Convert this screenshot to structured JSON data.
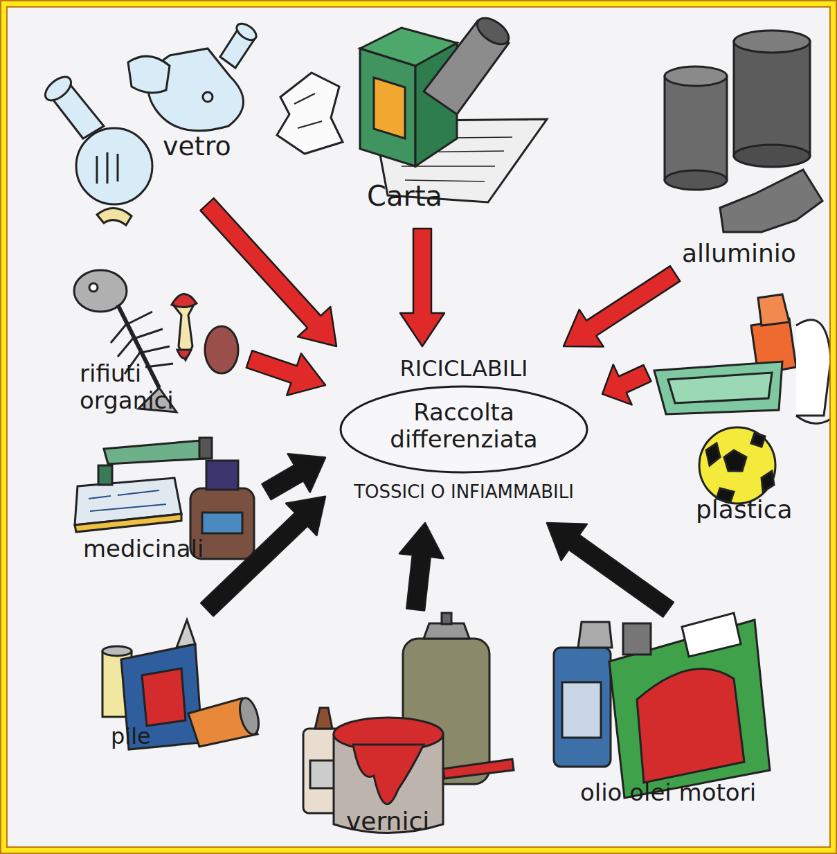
{
  "diagram": {
    "nodes": [
      {
        "text": [
          "vetro"
        ]
      },
      {
        "text": [
          "Carta"
        ]
      },
      {
        "text": [
          "alluminio"
        ]
      },
      {
        "text": [
          "rifiuti organici"
        ]
      },
      {
        "text": [
          "RICICLABILI",
          "Raccolta differenziata",
          "TOSSICI O INFIAMMABILI"
        ]
      },
      {
        "text": [
          "plastica"
        ]
      },
      {
        "text": [
          "medicinali"
        ]
      },
      {
        "text": [
          "pile"
        ]
      },
      {
        "text": [
          "vernici"
        ]
      },
      {
        "text": [
          "olio olei motori"
        ]
      }
    ],
    "edges": [
      {
        "from": 0,
        "to": 4,
        "arrow": "to"
      },
      {
        "from": 1,
        "to": 4,
        "arrow": "to"
      },
      {
        "from": 2,
        "to": 4,
        "arrow": "to"
      },
      {
        "from": 3,
        "to": 4,
        "arrow": "to"
      },
      {
        "from": 5,
        "to": 4,
        "arrow": "to"
      },
      {
        "from": 6,
        "to": 4,
        "arrow": "to"
      },
      {
        "from": 7,
        "to": 4,
        "arrow": "to"
      },
      {
        "from": 8,
        "to": 4,
        "arrow": "to"
      },
      {
        "from": 9,
        "to": 4,
        "arrow": "to"
      }
    ]
  }
}
